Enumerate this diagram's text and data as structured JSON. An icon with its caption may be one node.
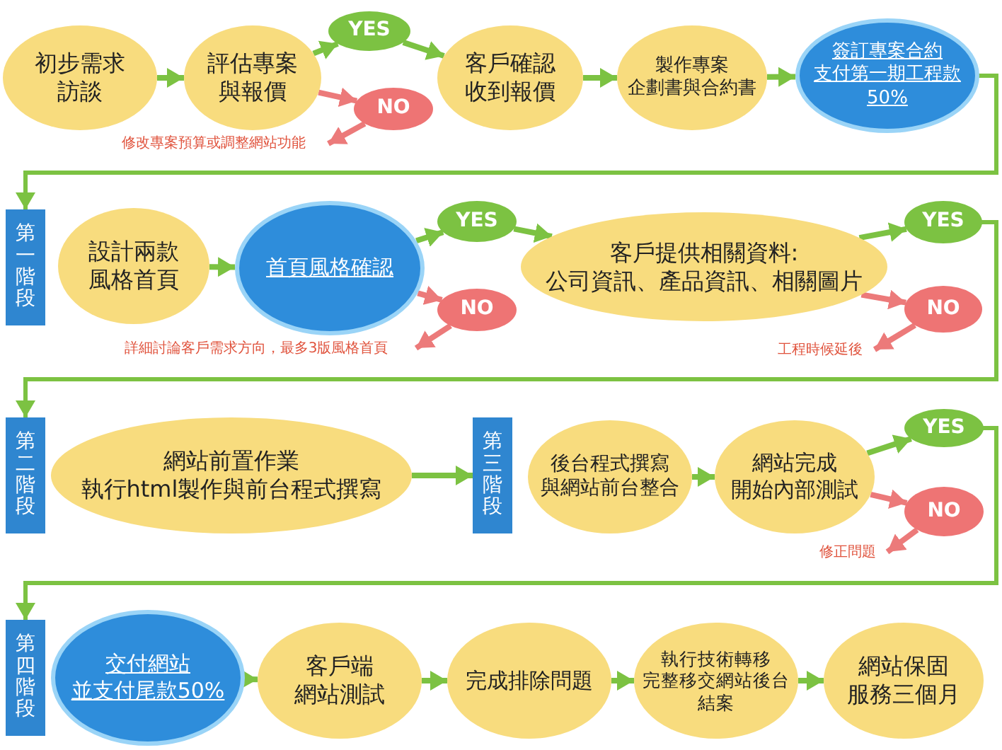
{
  "diagram": {
    "nodes": [
      {
        "text": [
          "初步需求訪談"
        ]
      },
      {
        "text": [
          "評估專案與報價"
        ]
      },
      {
        "text": [
          "YES"
        ]
      },
      {
        "text": [
          "NO"
        ]
      },
      {
        "text": [
          "修改專案預算或調整網站功能"
        ]
      },
      {
        "text": [
          "客戶確認收到報價"
        ]
      },
      {
        "text": [
          "製作專案",
          "企劃書與合約書"
        ]
      },
      {
        "text": [
          "簽訂專案合約",
          "支付第一期工程款50%"
        ]
      },
      {
        "text": [
          "第一階段"
        ]
      },
      {
        "text": [
          "設計兩款風格首頁"
        ]
      },
      {
        "text": [
          "首頁風格確認"
        ]
      },
      {
        "text": [
          "YES"
        ]
      },
      {
        "text": [
          "NO"
        ]
      },
      {
        "text": [
          "詳細討論客戶需求方向，最多3版風格首頁"
        ]
      },
      {
        "text": [
          "客戶提供相關資料:",
          "公司資訊、產品資訊、相關圖片"
        ]
      },
      {
        "text": [
          "YES"
        ]
      },
      {
        "text": [
          "NO"
        ]
      },
      {
        "text": [
          "工程時候延後"
        ]
      },
      {
        "text": [
          "第二階段"
        ]
      },
      {
        "text": [
          "網站前置作業",
          "執行html製作與前台程式撰寫"
        ]
      },
      {
        "text": [
          "第三階段"
        ]
      },
      {
        "text": [
          "後台程式撰寫",
          "與網站前台整合"
        ]
      },
      {
        "text": [
          "網站完成",
          "開始內部測試"
        ]
      },
      {
        "text": [
          "YES"
        ]
      },
      {
        "text": [
          "NO"
        ]
      },
      {
        "text": [
          "修正問題"
        ]
      },
      {
        "text": [
          "第四階段"
        ]
      },
      {
        "text": [
          "交付網站",
          "並支付尾款50%"
        ]
      },
      {
        "text": [
          "客戶端",
          "網站測試"
        ]
      },
      {
        "text": [
          "完成排除問題"
        ]
      },
      {
        "text": [
          "執行技術轉移",
          "完整移交網站後台結案"
        ]
      },
      {
        "text": [
          "網站保固",
          "服務三個月"
        ]
      }
    ],
    "edges": [
      {
        "from": 0,
        "to": 1,
        "arrow": "to"
      },
      {
        "from": 1,
        "to": 2,
        "arrow": "to"
      },
      {
        "from": 1,
        "to": 3,
        "arrow": "to",
        "color": "#ec7a7a"
      },
      {
        "from": 3,
        "to": 4,
        "arrow": "to",
        "color": "#ec7a7a"
      },
      {
        "from": 2,
        "to": 5,
        "arrow": "to"
      },
      {
        "from": 5,
        "to": 6,
        "arrow": "to"
      },
      {
        "from": 6,
        "to": 7,
        "arrow": "to"
      },
      {
        "from": 7,
        "to": 8,
        "arrow": "to"
      },
      {
        "from": 9,
        "to": 10,
        "arrow": "to"
      },
      {
        "from": 10,
        "to": 11,
        "arrow": "to"
      },
      {
        "from": 10,
        "to": 12,
        "arrow": "to",
        "color": "#ec7a7a"
      },
      {
        "from": 12,
        "to": 13,
        "arrow": "to",
        "color": "#ec7a7a"
      },
      {
        "from": 11,
        "to": 14,
        "arrow": "to"
      },
      {
        "from": 14,
        "to": 15,
        "arrow": "to"
      },
      {
        "from": 14,
        "to": 16,
        "arrow": "to",
        "color": "#ec7a7a"
      },
      {
        "from": 16,
        "to": 17,
        "arrow": "to",
        "color": "#ec7a7a"
      },
      {
        "from": 15,
        "to": 18,
        "arrow": "to"
      },
      {
        "from": 19,
        "to": 20,
        "arrow": "to"
      },
      {
        "from": 21,
        "to": 22,
        "arrow": "to"
      },
      {
        "from": 22,
        "to": 23,
        "arrow": "to"
      },
      {
        "from": 22,
        "to": 24,
        "arrow": "to",
        "color": "#ec7a7a"
      },
      {
        "from": 24,
        "to": 25,
        "arrow": "to",
        "color": "#ec7a7a"
      },
      {
        "from": 23,
        "to": 26,
        "arrow": "to"
      },
      {
        "from": 27,
        "to": 28,
        "arrow": "to"
      },
      {
        "from": 28,
        "to": 29,
        "arrow": "to"
      },
      {
        "from": 29,
        "to": 30,
        "arrow": "to"
      },
      {
        "from": 30,
        "to": 31,
        "arrow": "to"
      }
    ]
  }
}
